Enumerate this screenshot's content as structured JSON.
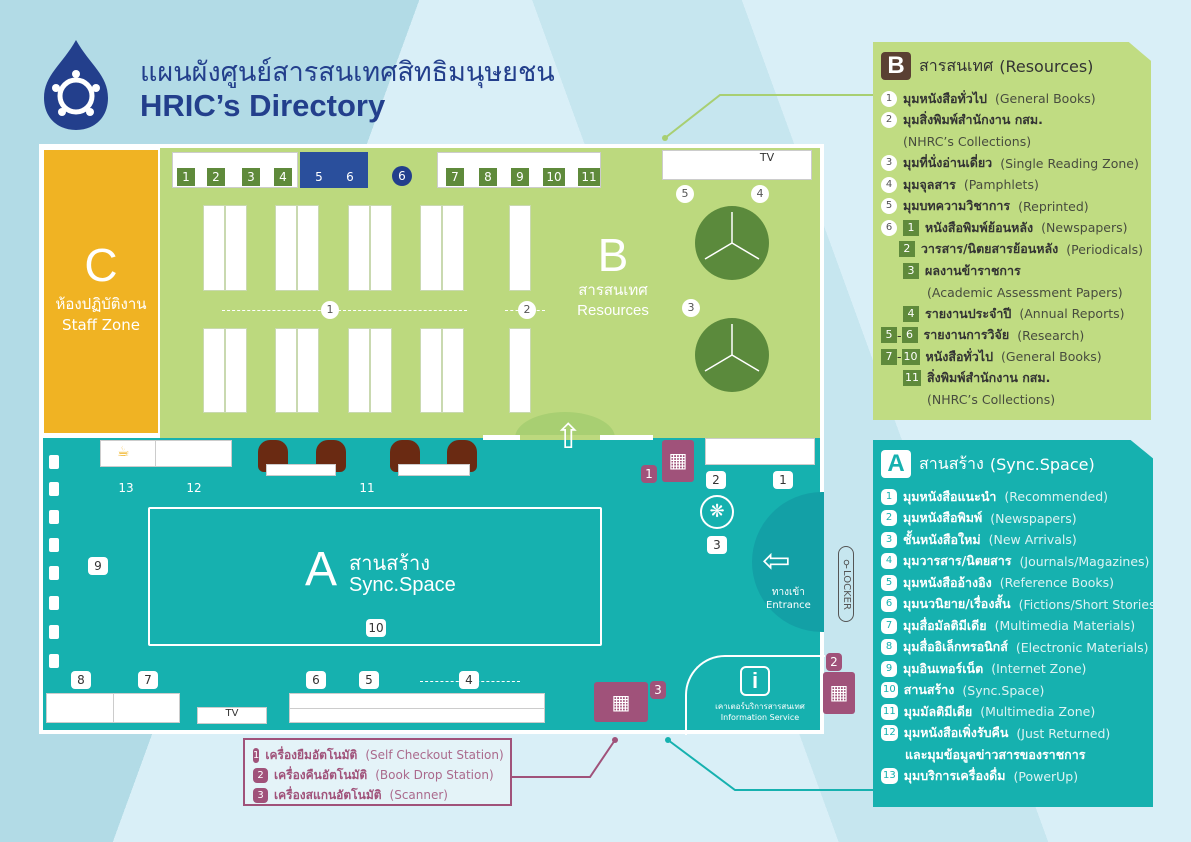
{
  "header": {
    "title_th": "แผนผังศูนย์สารสนเทศสิทธิมนุษยชน",
    "title_en": "HRIC’s Directory"
  },
  "map": {
    "zone_c": {
      "letter": "C",
      "th": "ห้องปฏิบัติงาน",
      "en": "Staff Zone"
    },
    "zone_b": {
      "letter": "B",
      "th": "สารสนเทศ",
      "en": "Resources"
    },
    "zone_a": {
      "letter": "A",
      "th": "สานสร้าง",
      "en": "Sync.Space"
    },
    "b_shelves": [
      "1",
      "2",
      "3",
      "4",
      "5",
      "6",
      "6",
      "7",
      "8",
      "9",
      "10",
      "11"
    ],
    "b_markers": [
      "1",
      "2",
      "3",
      "4",
      "5"
    ],
    "a_markers": [
      "1",
      "2",
      "3",
      "4",
      "5",
      "6",
      "7",
      "8",
      "9",
      "10",
      "11",
      "12",
      "13"
    ],
    "tv": "TV",
    "entrance_th": "ทางเข้า",
    "entrance_en": "Entrance",
    "locker": "LOCKER",
    "info_th": "เคาเตอร์บริการสารสนเทศ",
    "info_en": "Information Service",
    "stations": [
      "1",
      "2",
      "3"
    ]
  },
  "legend_b": {
    "letter": "B",
    "title_th": "สารสนเทศ",
    "title_en": "(Resources)",
    "items": [
      {
        "n": "1",
        "th": "มุมหนังสือทั่วไป",
        "en": "(General Books)"
      },
      {
        "n": "2",
        "th": "มุมสิ่งพิมพ์สำนักงาน กสม.",
        "en": ""
      },
      {
        "n": "",
        "th": "",
        "en": "(NHRC’s Collections)"
      },
      {
        "n": "3",
        "th": "มุมที่นั่งอ่านเดี่ยว",
        "en": "(Single Reading Zone)"
      },
      {
        "n": "4",
        "th": "มุมจุลสาร",
        "en": "(Pamphlets)"
      },
      {
        "n": "5",
        "th": "มุมบทความวิชาการ",
        "en": "(Reprinted)"
      },
      {
        "n": "6",
        "sq": "1",
        "th": "หนังสือพิมพ์ย้อนหลัง",
        "en": "(Newspapers)"
      },
      {
        "sq": "2",
        "th": "วารสาร/นิตยสารย้อนหลัง",
        "en": "(Periodicals)"
      },
      {
        "sq": "3",
        "th": "ผลงานข้าราชการ",
        "en": ""
      },
      {
        "th": "",
        "en": "(Academic Assessment Papers)"
      },
      {
        "sq": "4",
        "th": "รายงานประจำปี",
        "en": "(Annual Reports)"
      },
      {
        "range": [
          "5",
          "6"
        ],
        "th": "รายงานการวิจัย",
        "en": "(Research)"
      },
      {
        "range": [
          "7",
          "10"
        ],
        "th": "หนังสือทั่วไป",
        "en": "(General Books)"
      },
      {
        "sq": "11",
        "th": "สิ่งพิมพ์สำนักงาน กสม.",
        "en": ""
      },
      {
        "th": "",
        "en": "(NHRC’s Collections)"
      }
    ]
  },
  "legend_a": {
    "letter": "A",
    "title_th": "สานสร้าง",
    "title_en": "(Sync.Space)",
    "items": [
      {
        "n": "1",
        "th": "มุมหนังสือแนะนำ",
        "en": "(Recommended)"
      },
      {
        "n": "2",
        "th": "มุมหนังสือพิมพ์",
        "en": "(Newspapers)"
      },
      {
        "n": "3",
        "th": "ชั้นหนังสือใหม่",
        "en": "(New Arrivals)"
      },
      {
        "n": "4",
        "th": "มุมวารสาร/นิตยสาร",
        "en": "(Journals/Magazines)"
      },
      {
        "n": "5",
        "th": "มุมหนังสืออ้างอิง",
        "en": "(Reference Books)"
      },
      {
        "n": "6",
        "th": "มุมนวนิยาย/เรื่องสั้น",
        "en": "(Fictions/Short Stories)"
      },
      {
        "n": "7",
        "th": "มุมสื่อมัลติมีเดีย",
        "en": "(Multimedia Materials)"
      },
      {
        "n": "8",
        "th": "มุมสื่ออิเล็กทรอนิกส์",
        "en": "(Electronic Materials)"
      },
      {
        "n": "9",
        "th": "มุมอินเทอร์เน็ต",
        "en": "(Internet Zone)"
      },
      {
        "n": "10",
        "th": "สานสร้าง",
        "en": "(Sync.Space)"
      },
      {
        "n": "11",
        "th": "มุมมัลติมีเดีย",
        "en": "(Multimedia Zone)"
      },
      {
        "n": "12",
        "th": "มุมหนังสือเพิ่งรับคืน",
        "en": "(Just Returned)"
      },
      {
        "n": "",
        "th": "และมุมข้อมูลข่าวสารของราชการ",
        "en": ""
      },
      {
        "n": "13",
        "th": "มุมบริการเครื่องดื่ม",
        "en": "(PowerUp)"
      }
    ]
  },
  "legend_stations": {
    "items": [
      {
        "n": "1",
        "th": "เครื่องยืมอัตโนมัติ",
        "en": "(Self Checkout Station)"
      },
      {
        "n": "2",
        "th": "เครื่องคืนอัตโนมัติ",
        "en": "(Book Drop Station)"
      },
      {
        "n": "3",
        "th": "เครื่องสแกนอัตโนมัติ",
        "en": "(Scanner)"
      }
    ]
  },
  "colors": {
    "zone_a": "#16b1af",
    "zone_b": "#bcd97e",
    "zone_c": "#f0b323",
    "station": "#a0527a",
    "title": "#233f8c"
  }
}
